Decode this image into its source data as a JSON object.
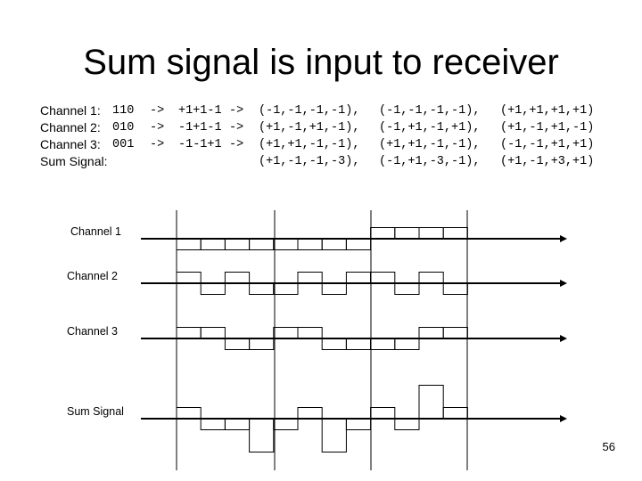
{
  "title": "Sum signal is input to receiver",
  "code_rows": [
    {
      "label": "Channel 1:",
      "code": "110",
      "arrow1": "->",
      "chips": "+1+1-1",
      "arrow2": "->",
      "symbols": [
        "(-1,-1,-1,-1),",
        "(-1,-1,-1,-1),",
        "(+1,+1,+1,+1)"
      ]
    },
    {
      "label": "Channel 2:",
      "code": "010",
      "arrow1": "->",
      "chips": "-1+1-1",
      "arrow2": "->",
      "symbols": [
        "(+1,-1,+1,-1),",
        "(-1,+1,-1,+1),",
        "(+1,-1,+1,-1)"
      ]
    },
    {
      "label": "Channel 3:",
      "code": "001",
      "arrow1": "->",
      "chips": "-1-1+1",
      "arrow2": "->",
      "symbols": [
        "(+1,+1,-1,-1),",
        "(+1,+1,-1,-1),",
        "(-1,-1,+1,+1)"
      ]
    },
    {
      "label": "Sum Signal:",
      "code": "",
      "arrow1": "",
      "chips": "",
      "arrow2": "",
      "symbols": [
        "(+1,-1,-1,-3),",
        "(-1,+1,-3,-1),",
        "(+1,-1,+3,+1)"
      ]
    }
  ],
  "waveforms": [
    {
      "label": "Channel 1",
      "chips": [
        -1,
        -1,
        -1,
        -1,
        -1,
        -1,
        -1,
        -1,
        1,
        1,
        1,
        1
      ]
    },
    {
      "label": "Channel  2",
      "chips": [
        1,
        -1,
        1,
        -1,
        -1,
        1,
        -1,
        1,
        1,
        -1,
        1,
        -1
      ]
    },
    {
      "label": "Channel  3",
      "chips": [
        1,
        1,
        -1,
        -1,
        1,
        1,
        -1,
        -1,
        -1,
        -1,
        1,
        1
      ]
    },
    {
      "label": "Sum Signal",
      "chips": [
        1,
        -1,
        -1,
        -3,
        -1,
        1,
        -3,
        -1,
        1,
        -1,
        3,
        1
      ]
    }
  ],
  "page_number": "56"
}
